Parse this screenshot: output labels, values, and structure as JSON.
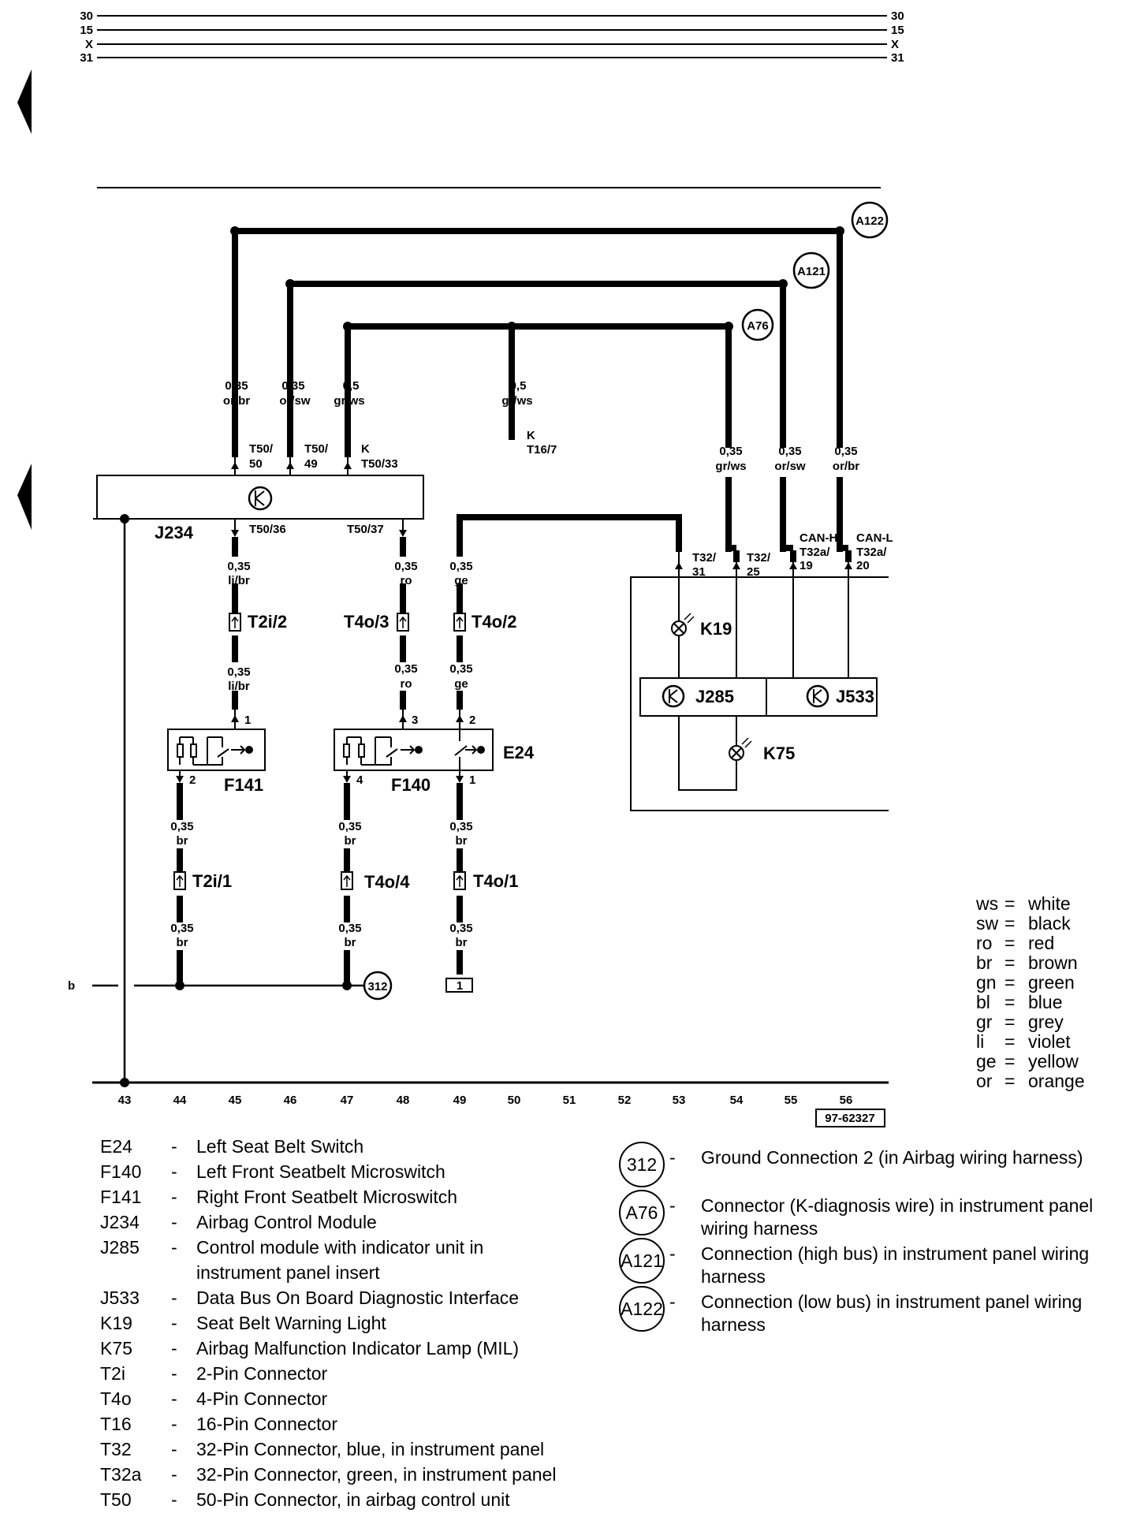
{
  "rails": [
    "30",
    "15",
    "X",
    "31"
  ],
  "wire_labels": {
    "w45_top": [
      "0,35",
      "or/br"
    ],
    "w46_top": [
      "0,35",
      "or/sw"
    ],
    "w47_top": [
      "0,5",
      "gr/ws"
    ],
    "w50_top": [
      "0,5",
      "gr/ws"
    ],
    "w54_top": [
      "0,35",
      "gr/ws"
    ],
    "w55_top": [
      "0,35",
      "or/sw"
    ],
    "w56_top": [
      "0,35",
      "or/br"
    ],
    "w45_a": [
      "0,35",
      "li/br"
    ],
    "w45_b": [
      "0,35",
      "li/br"
    ],
    "w48_a": [
      "0,35",
      "ro"
    ],
    "w48_b": [
      "0,35",
      "ro"
    ],
    "w49_a": [
      "0,35",
      "ge"
    ],
    "w49_b": [
      "0,35",
      "ge"
    ],
    "w44_a": [
      "0,35",
      "br"
    ],
    "w44_b": [
      "0,35",
      "br"
    ],
    "w47_a": [
      "0,35",
      "br"
    ],
    "w47_b": [
      "0,35",
      "br"
    ],
    "w49_c": [
      "0,35",
      "br"
    ],
    "w49_d": [
      "0,35",
      "br"
    ]
  },
  "pins": {
    "t50_50": [
      "T50/",
      "50"
    ],
    "t50_49": [
      "T50/",
      "49"
    ],
    "t50_33": [
      "K",
      "T50/33"
    ],
    "t16_7": [
      "K",
      "T16/7"
    ],
    "t50_36": "T50/36",
    "t50_37": "T50/37",
    "t32_31": [
      "T32/",
      "31"
    ],
    "t32_25": [
      "T32/",
      "25"
    ],
    "t32a_19": [
      "CAN-H",
      "T32a/",
      "19"
    ],
    "t32a_20": [
      "CAN-L",
      "T32a/",
      "20"
    ]
  },
  "connectors": {
    "t2i_2": "T2i/2",
    "t4o_3": "T4o/3",
    "t4o_2": "T4o/2",
    "t2i_1": "T2i/1",
    "t4o_4": "T4o/4",
    "t4o_1": "T4o/1"
  },
  "components": {
    "j234": "J234",
    "j285": "J285",
    "j533": "J533",
    "k19": "K19",
    "k75": "K75",
    "f141": "F141",
    "f140": "F140",
    "e24": "E24"
  },
  "switch_pins": {
    "f141_1": "1",
    "f141_2": "2",
    "f140_3": "3",
    "f140_4": "4",
    "e24_2": "2",
    "e24_1": "1"
  },
  "connection_circles": {
    "a122": "A122",
    "a121": "A121",
    "a76": "A76",
    "g312": "312"
  },
  "ground_box": "1",
  "side_label": "b",
  "current_tracks": [
    "43",
    "44",
    "45",
    "46",
    "47",
    "48",
    "49",
    "50",
    "51",
    "52",
    "53",
    "54",
    "55",
    "56"
  ],
  "figure_id": "97-62327",
  "component_legend": [
    {
      "code": "E24",
      "dash": "-",
      "text": "Left Seat Belt Switch"
    },
    {
      "code": "F140",
      "dash": "-",
      "text": "Left Front Seatbelt Microswitch"
    },
    {
      "code": "F141",
      "dash": "-",
      "text": "Right Front Seatbelt Microswitch"
    },
    {
      "code": "J234",
      "dash": "-",
      "text": "Airbag Control Module"
    },
    {
      "code": "J285",
      "dash": "-",
      "text": "Control module with indicator unit in"
    },
    {
      "code": "",
      "dash": "",
      "text": "instrument panel insert"
    },
    {
      "code": "J533",
      "dash": "-",
      "text": "Data Bus On Board Diagnostic Interface"
    },
    {
      "code": "K19",
      "dash": "-",
      "text": "Seat Belt Warning Light"
    },
    {
      "code": "K75",
      "dash": "-",
      "text": "Airbag Malfunction Indicator Lamp (MIL)"
    },
    {
      "code": "T2i",
      "dash": "-",
      "text": "2-Pin Connector"
    },
    {
      "code": "T4o",
      "dash": "-",
      "text": "4-Pin Connector"
    },
    {
      "code": "T16",
      "dash": "-",
      "text": "16-Pin Connector"
    },
    {
      "code": "T32",
      "dash": "-",
      "text": "32-Pin Connector, blue, in instrument panel"
    },
    {
      "code": "T32a",
      "dash": "-",
      "text": "32-Pin Connector, green, in instrument panel"
    },
    {
      "code": "T50",
      "dash": "-",
      "text": "50-Pin Connector, in airbag control unit"
    }
  ],
  "connection_legend": [
    {
      "id": "312",
      "dash": "-",
      "text": "Ground Connection 2 (in Airbag wiring harness)"
    },
    {
      "id": "A76",
      "dash": "-",
      "text": "Connector (K-diagnosis wire) in instrument panel wiring harness"
    },
    {
      "id": "A121",
      "dash": "-",
      "text": "Connection (high bus) in instrument panel wiring harness"
    },
    {
      "id": "A122",
      "dash": "-",
      "text": "Connection (low bus) in instrument panel wiring harness"
    }
  ],
  "wire_color_key": [
    {
      "abbr": "ws",
      "eq": "=",
      "name": "white"
    },
    {
      "abbr": "sw",
      "eq": "=",
      "name": "black"
    },
    {
      "abbr": "ro",
      "eq": "=",
      "name": "red"
    },
    {
      "abbr": "br",
      "eq": "=",
      "name": "brown"
    },
    {
      "abbr": "gn",
      "eq": "=",
      "name": "green"
    },
    {
      "abbr": "bl",
      "eq": "=",
      "name": "blue"
    },
    {
      "abbr": "gr",
      "eq": "=",
      "name": "grey"
    },
    {
      "abbr": "li",
      "eq": "=",
      "name": "violet"
    },
    {
      "abbr": "ge",
      "eq": "=",
      "name": "yellow"
    },
    {
      "abbr": "or",
      "eq": "=",
      "name": "orange"
    }
  ]
}
